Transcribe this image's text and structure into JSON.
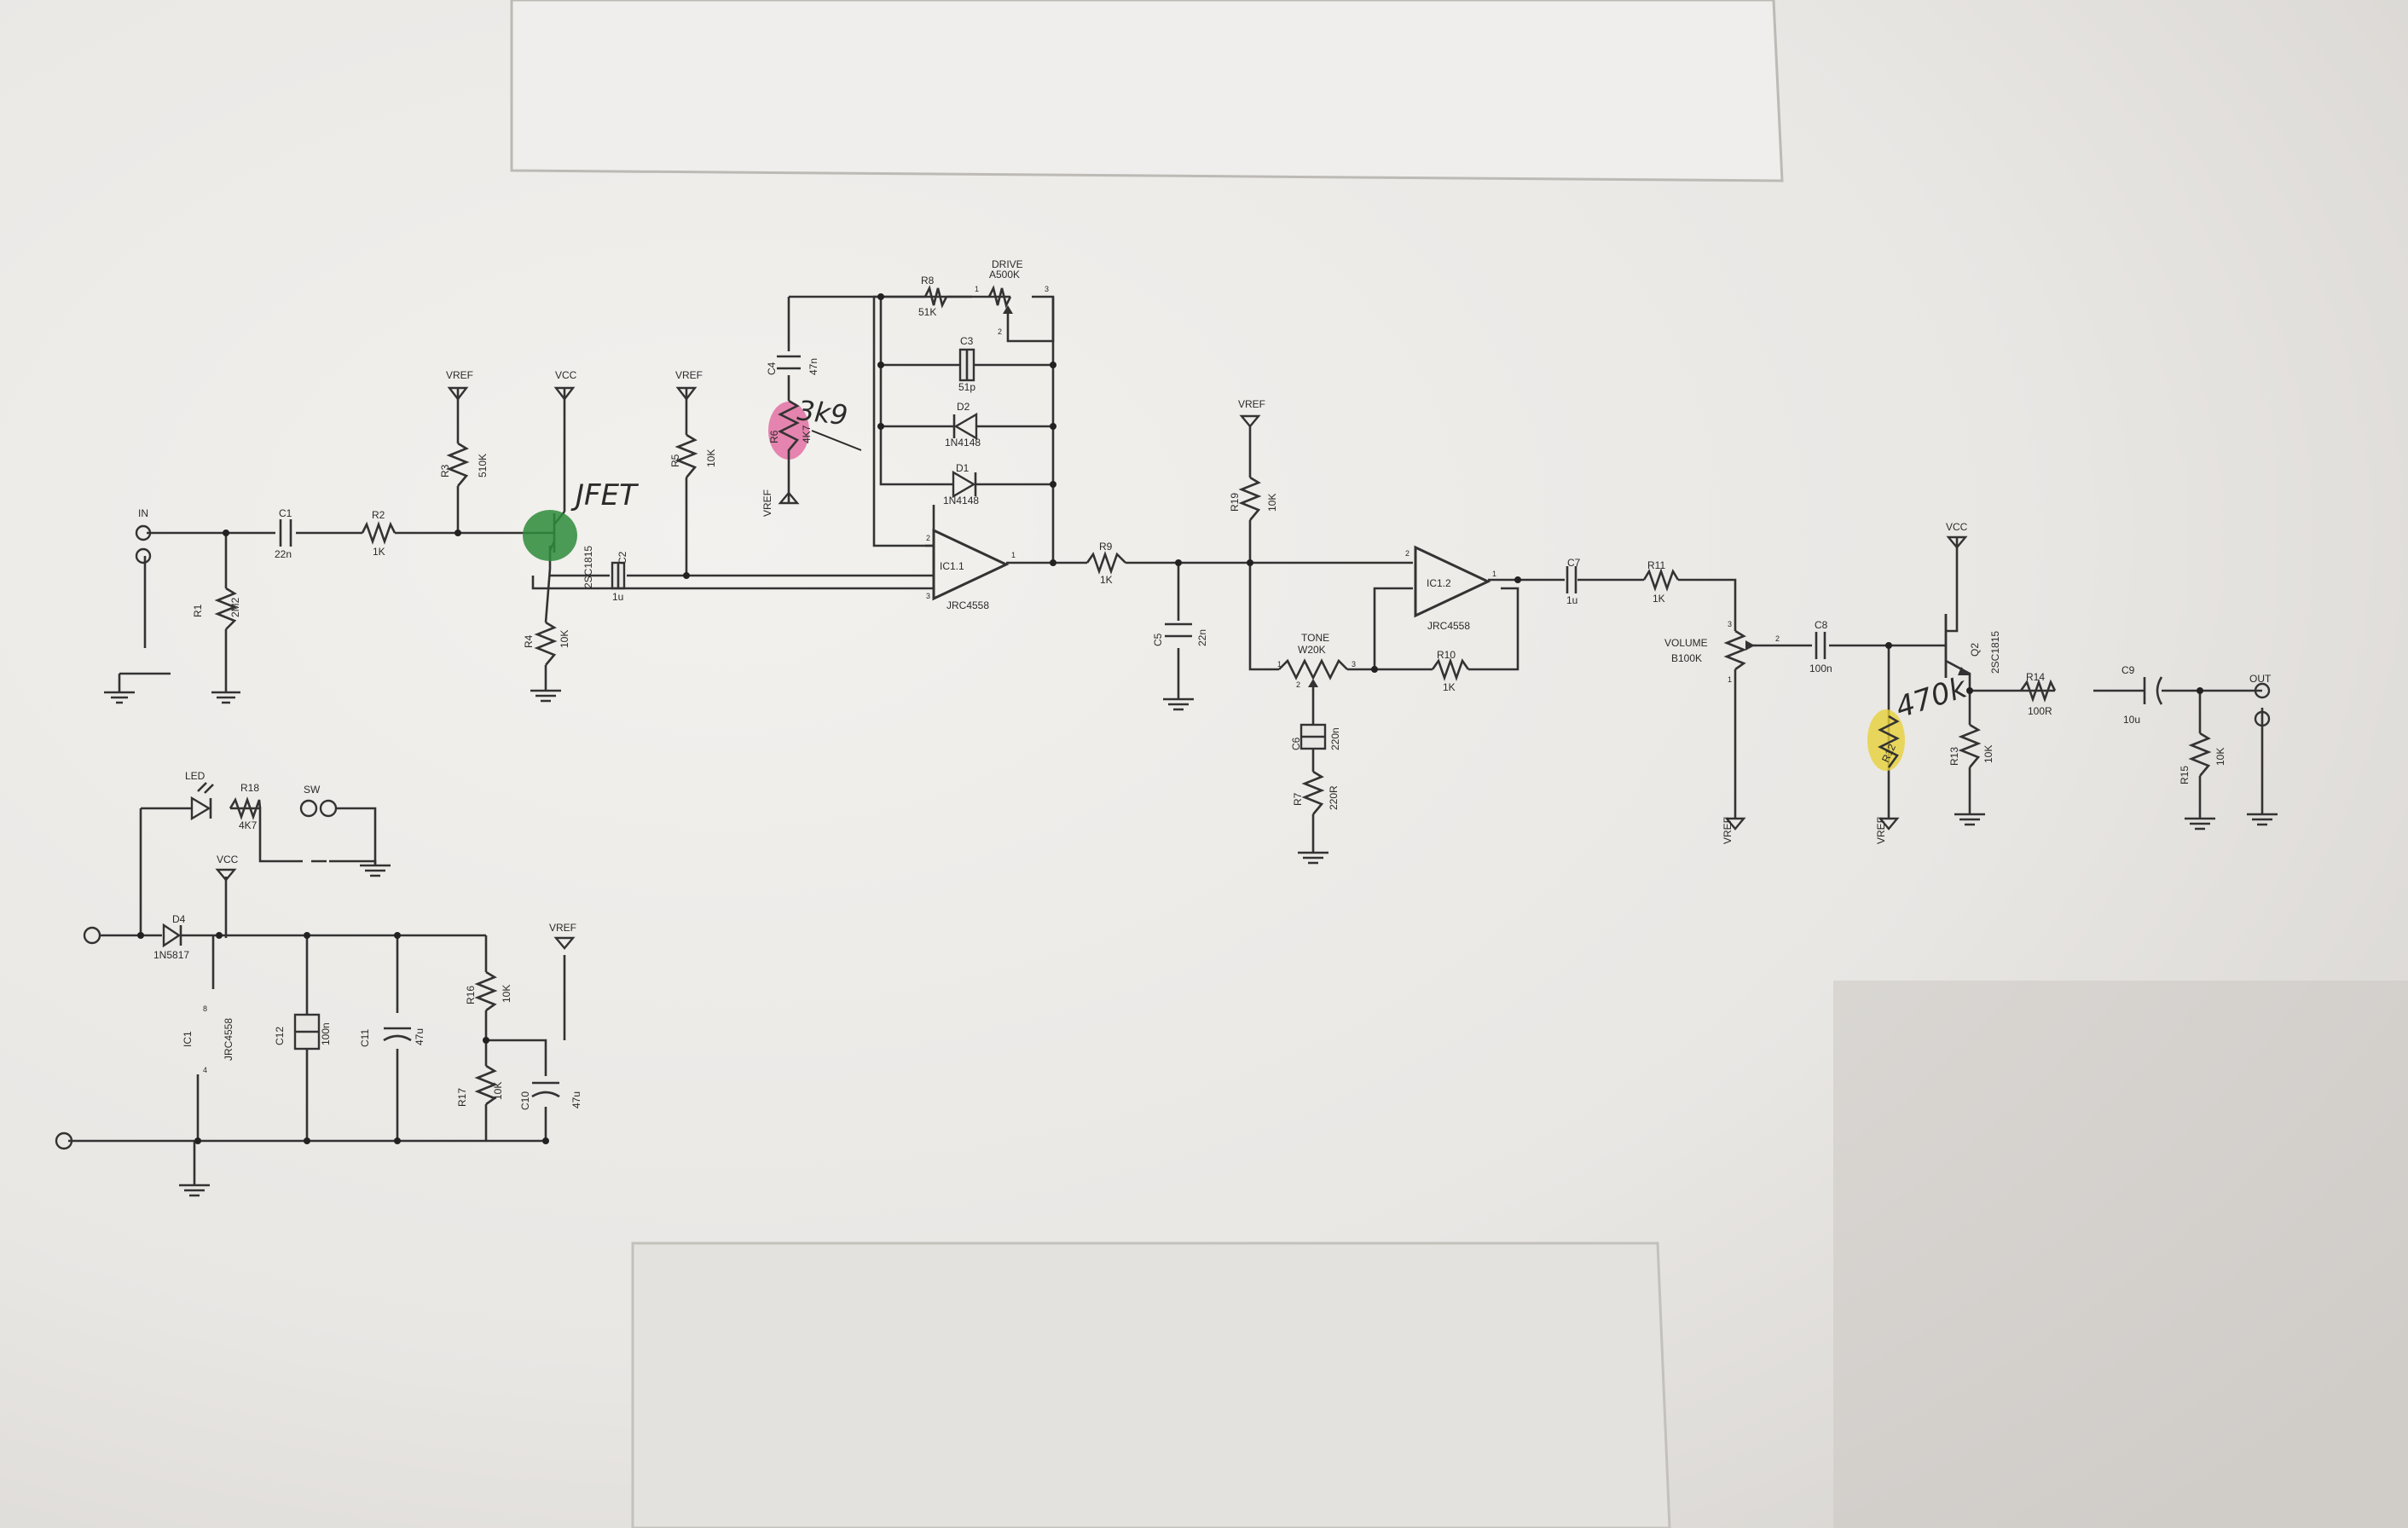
{
  "hand_notes": {
    "jfet": "JFET",
    "r_3k9": "3k9",
    "r_470k": "470k"
  },
  "labels": {
    "in": "IN",
    "out": "OUT",
    "vref": "VREF",
    "vcc": "VCC",
    "c1": "C1",
    "c1v": "22n",
    "r1": "R1",
    "r1v": "2M2",
    "r2": "R2",
    "r2v": "1K",
    "r3": "R3",
    "r3v": "510K",
    "q1": "2SC1815",
    "r4": "R4",
    "r4v": "10K",
    "c2": "C2",
    "c2v": "1u",
    "r5": "R5",
    "r5v": "10K",
    "c4": "C4",
    "c4v": "47n",
    "r6": "R6",
    "r6v": "4K7",
    "r8": "R8",
    "r8v": "51K",
    "drive": "DRIVE",
    "drivev": "A500K",
    "c3": "C3",
    "c3v": "51p",
    "d2": "D2",
    "d2v": "1N4148",
    "d1": "D1",
    "d1v": "1N4148",
    "ic11": "IC1.1",
    "ic11v": "JRC4558",
    "r9": "R9",
    "r9v": "1K",
    "c5": "C5",
    "c5v": "22n",
    "r19": "R19",
    "r19v": "10K",
    "tone": "TONE",
    "tonev": "W20K",
    "c6": "C6",
    "c6v": "220n",
    "r7": "R7",
    "r7v": "220R",
    "ic12": "IC1.2",
    "ic12v": "JRC4558",
    "r10": "R10",
    "r10v": "1K",
    "c7": "C7",
    "c7v": "1u",
    "r11": "R11",
    "r11v": "1K",
    "volume": "VOLUME",
    "volumev": "B100K",
    "c8": "C8",
    "c8v": "100n",
    "r12": "R12",
    "q2": "Q2",
    "q2v": "2SC1815",
    "r13": "R13",
    "r13v": "10K",
    "r14": "R14",
    "r14v": "100R",
    "c9": "C9",
    "c9v": "10u",
    "r15": "R15",
    "r15v": "10K",
    "led": "LED",
    "r18": "R18",
    "r18v": "4K7",
    "sw": "SW",
    "d4": "D4",
    "d4v": "1N5817",
    "ic1": "IC1",
    "ic1v": "JRC4558",
    "pin8": "8",
    "pin4": "4",
    "c12": "C12",
    "c12v": "100n",
    "c11": "C11",
    "c11v": "47u",
    "r16": "R16",
    "r16v": "10K",
    "r17": "R17",
    "r17v": "10K",
    "c10": "C10",
    "c10v": "47u",
    "p1": "1",
    "p2": "2",
    "p3": "3"
  },
  "colors": {
    "paper": "#ebe9e6",
    "background": "#d8d6d3",
    "ink": "#333333",
    "marker_green": "#2e8b3a",
    "marker_pink": "#e0609a",
    "marker_yellow": "#e7d13a"
  }
}
